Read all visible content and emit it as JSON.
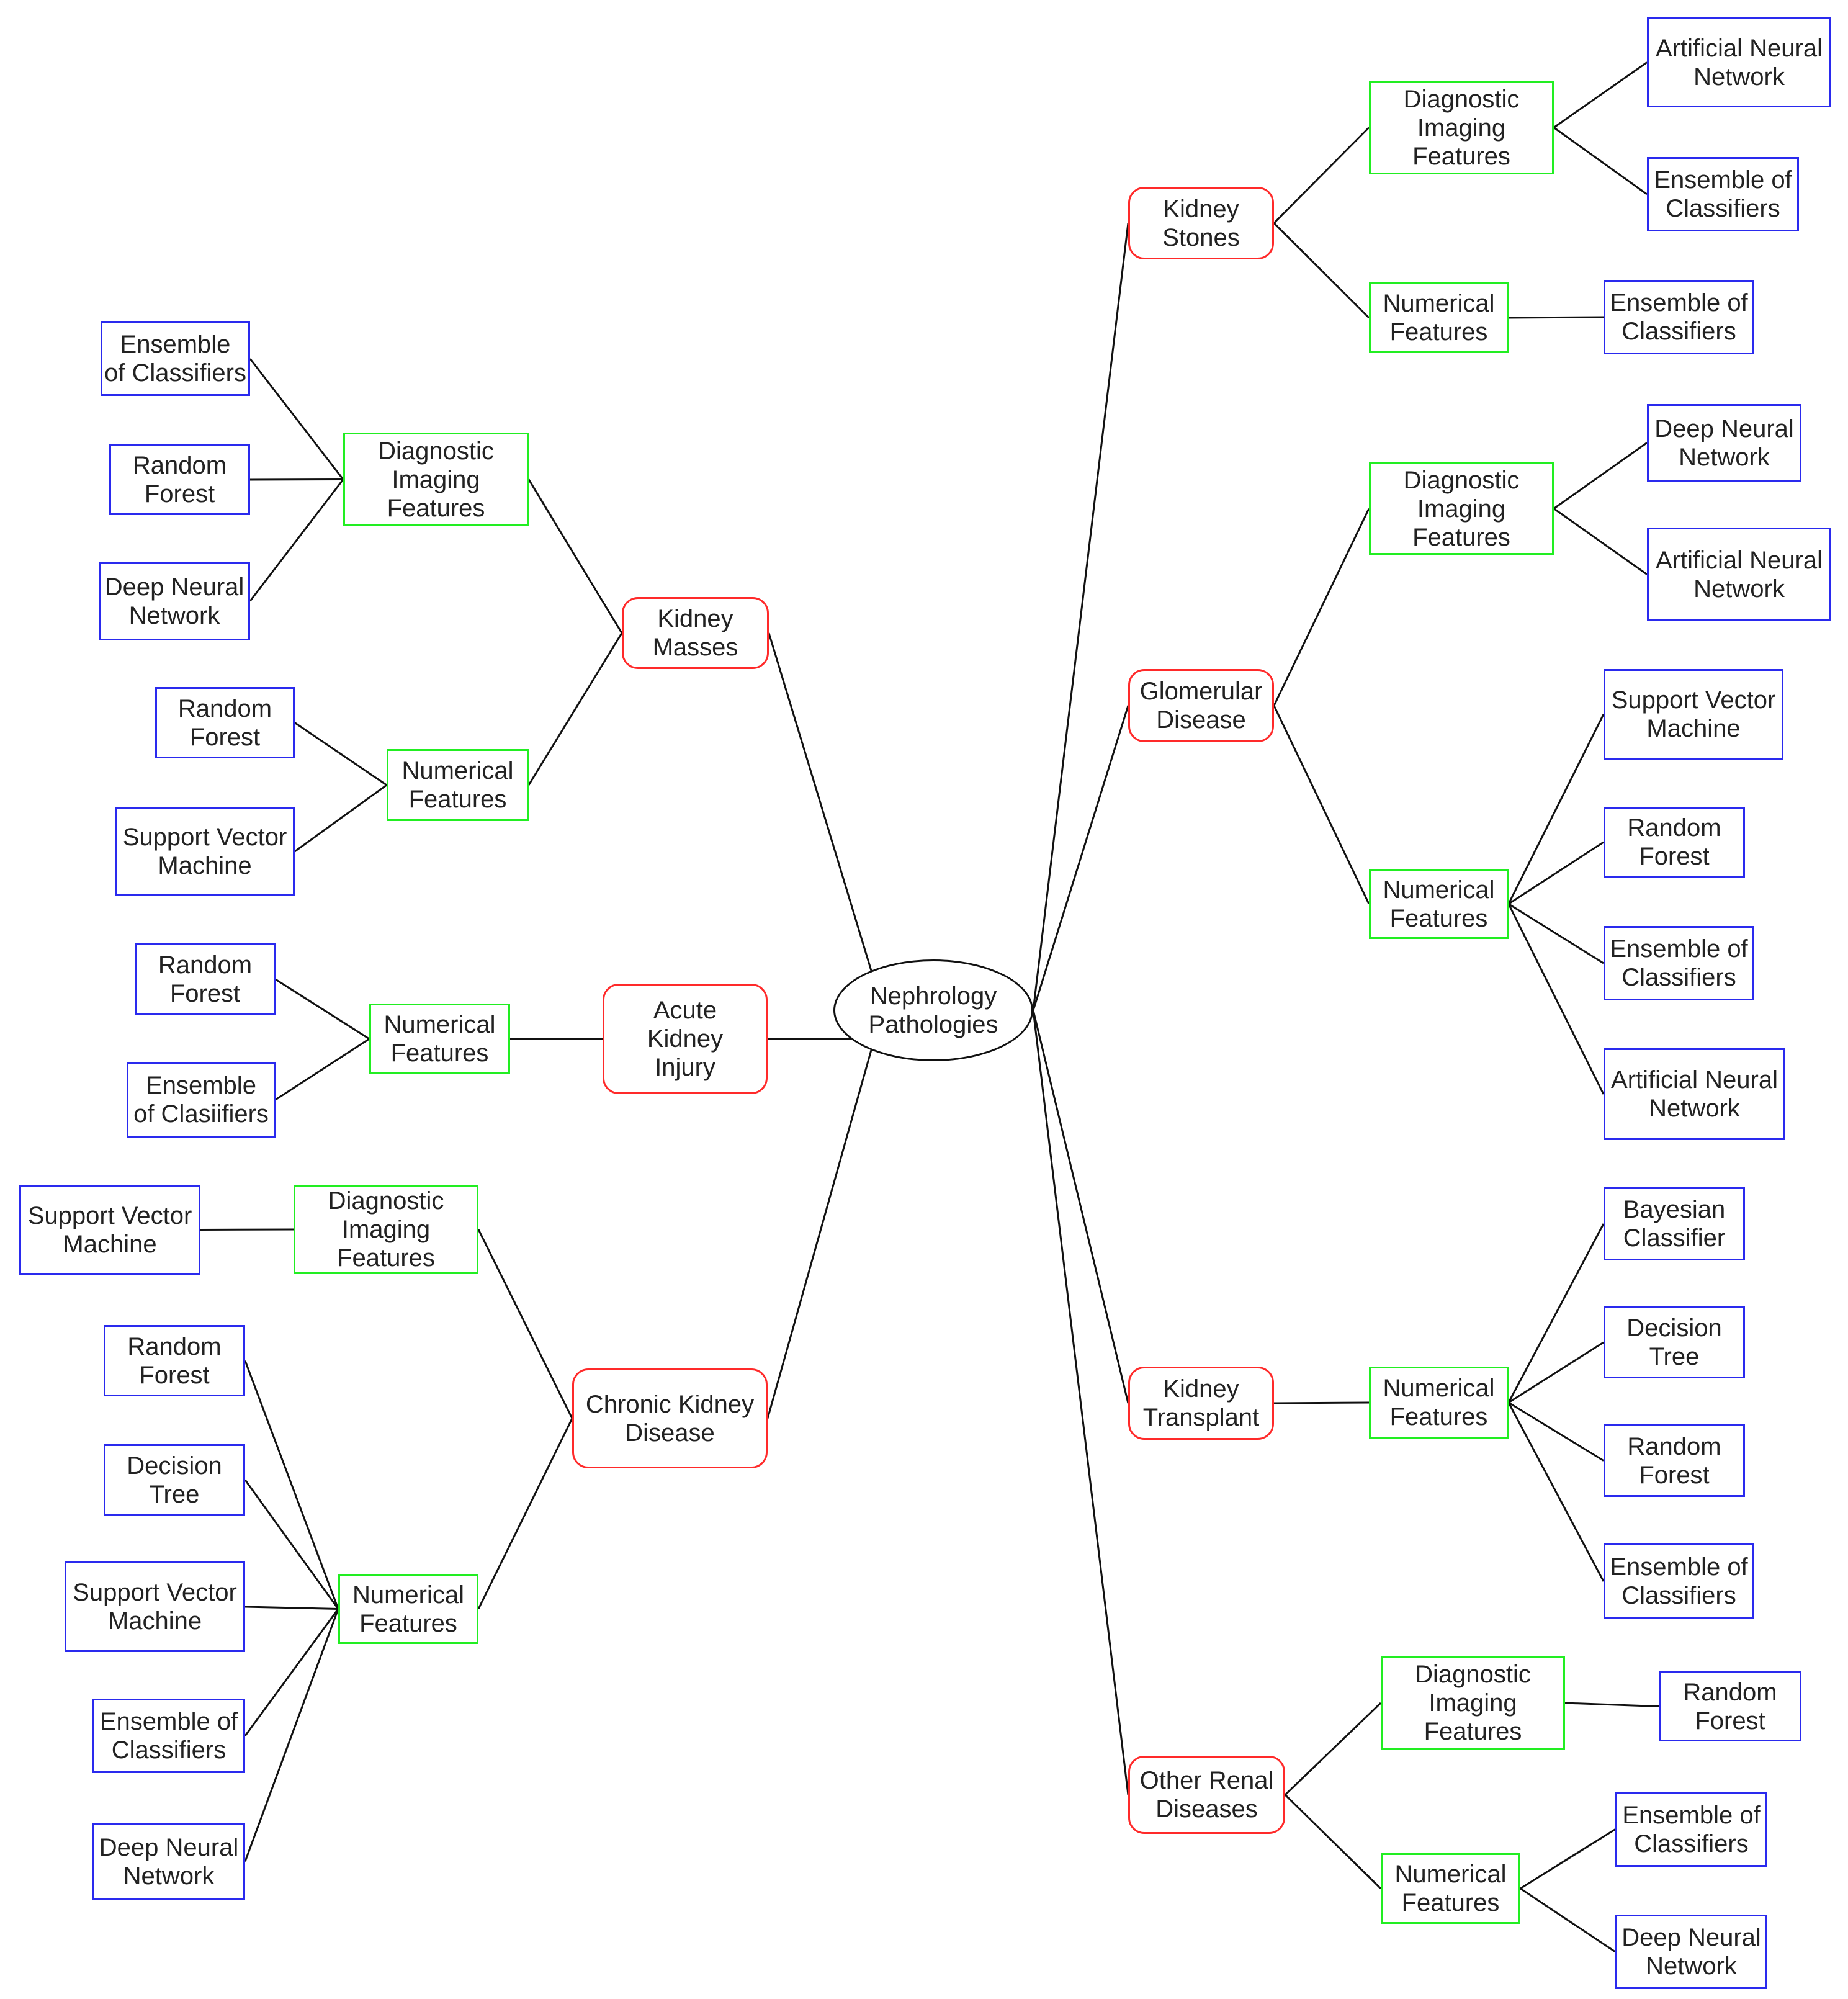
{
  "diagram": {
    "root": {
      "label": "Nephrology\nPathologies",
      "children": [
        {
          "label": "Kidney\nMasses",
          "children": [
            {
              "label": "Diagnostic\nImaging\nFeatures",
              "children": [
                "Ensemble\nof Classifiers",
                "Random\nForest",
                "Deep Neural\nNetwork"
              ]
            },
            {
              "label": "Numerical\nFeatures",
              "children": [
                "Random\nForest",
                "Support Vector\nMachine"
              ]
            }
          ]
        },
        {
          "label": "Acute\nKidney\nInjury",
          "children": [
            {
              "label": "Numerical\nFeatures",
              "children": [
                "Random\nForest",
                "Ensemble\nof Clasiifiers"
              ]
            }
          ]
        },
        {
          "label": "Chronic Kidney\nDisease",
          "children": [
            {
              "label": "Diagnostic\nImaging\nFeatures",
              "children": [
                "Support Vector\nMachine"
              ]
            },
            {
              "label": "Numerical\nFeatures",
              "children": [
                "Random\nForest",
                "Decision\nTree",
                "Support Vector\nMachine",
                "Ensemble of\nClassifiers",
                "Deep Neural\nNetwork"
              ]
            }
          ]
        },
        {
          "label": "Kidney\nStones",
          "children": [
            {
              "label": "Diagnostic\nImaging\nFeatures",
              "children": [
                "Artificial Neural\nNetwork",
                "Ensemble of\nClassifiers"
              ]
            },
            {
              "label": "Numerical\nFeatures",
              "children": [
                "Ensemble of\nClassifiers"
              ]
            }
          ]
        },
        {
          "label": "Glomerular\nDisease",
          "children": [
            {
              "label": "Diagnostic\nImaging\nFeatures",
              "children": [
                "Deep Neural\nNetwork",
                "Artificial Neural\nNetwork"
              ]
            },
            {
              "label": "Numerical\nFeatures",
              "children": [
                "Support Vector\nMachine",
                "Random\nForest",
                "Ensemble of\nClassifiers",
                "Artificial Neural\nNetwork"
              ]
            }
          ]
        },
        {
          "label": "Kidney\nTransplant",
          "children": [
            {
              "label": "Numerical\nFeatures",
              "children": [
                "Bayesian\nClassifier",
                "Decision\nTree",
                "Random\nForest",
                "Ensemble of\nClassifiers"
              ]
            }
          ]
        },
        {
          "label": "Other Renal\nDiseases",
          "children": [
            {
              "label": "Diagnostic\nImaging\nFeatures",
              "children": [
                "Random\nForest"
              ]
            },
            {
              "label": "Numerical\nFeatures",
              "children": [
                "Ensemble of\nClassifiers",
                "Deep Neural\nNetwork"
              ]
            }
          ]
        }
      ]
    }
  }
}
